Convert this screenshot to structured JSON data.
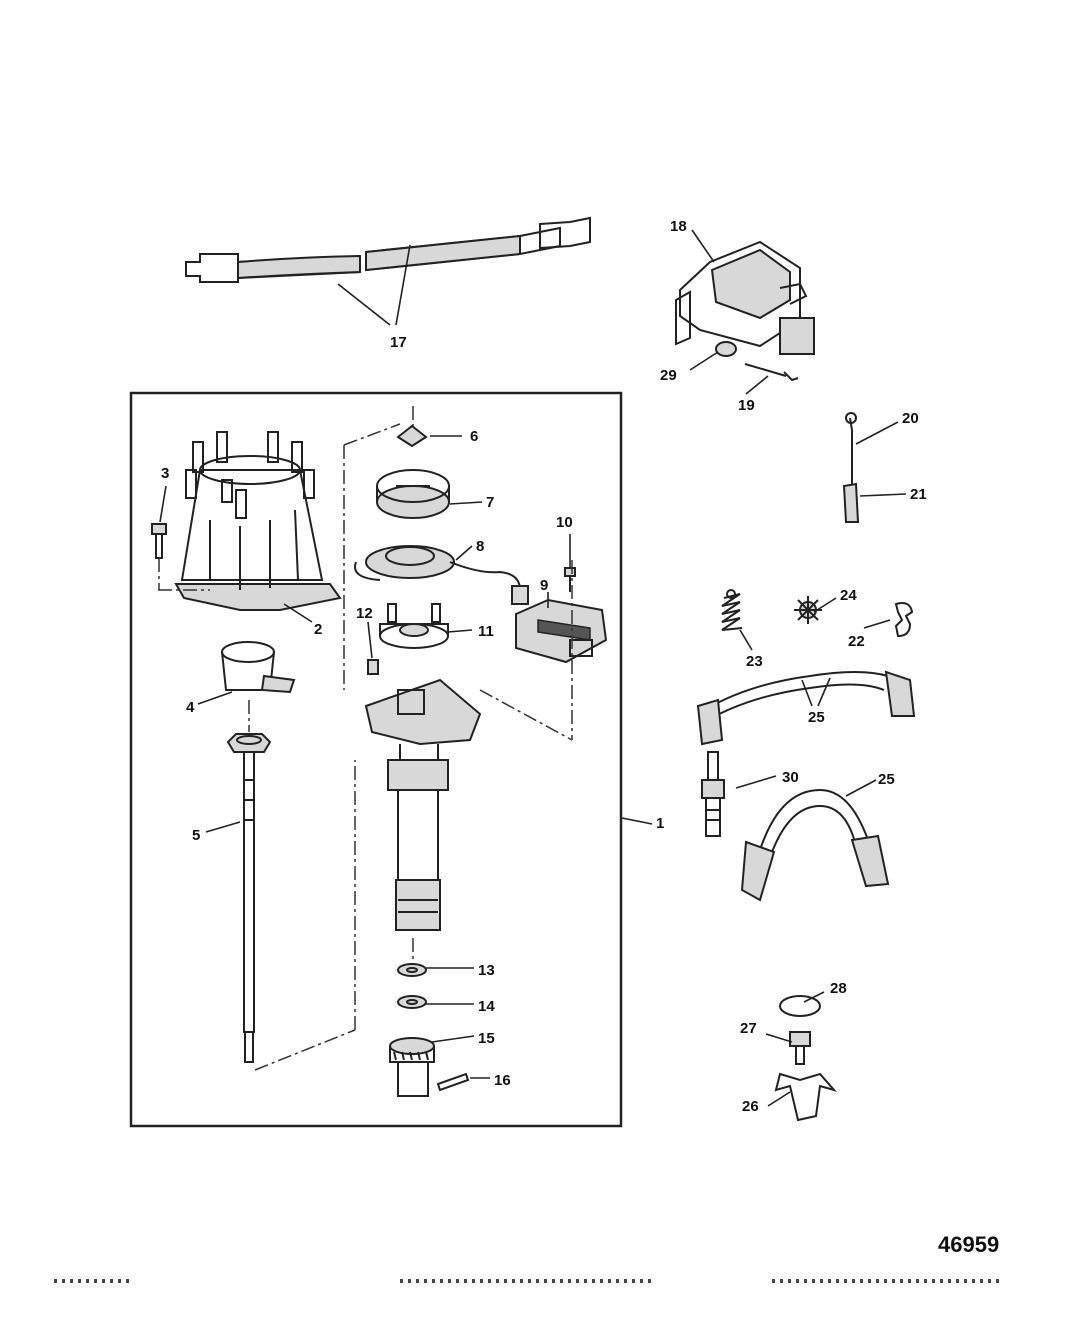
{
  "callouts": {
    "c1": "1",
    "c2": "2",
    "c3": "3",
    "c4": "4",
    "c5": "5",
    "c6": "6",
    "c7": "7",
    "c8": "8",
    "c9": "9",
    "c10": "10",
    "c11": "11",
    "c12": "12",
    "c13": "13",
    "c14": "14",
    "c15": "15",
    "c16": "16",
    "c17": "17",
    "c18": "18",
    "c19": "19",
    "c20": "20",
    "c21": "21",
    "c22": "22",
    "c23": "23",
    "c24": "24",
    "c25a": "25",
    "c25b": "25",
    "c26": "26",
    "c27": "27",
    "c28": "28",
    "c29": "29",
    "c30": "30"
  },
  "figure_number": "46959"
}
